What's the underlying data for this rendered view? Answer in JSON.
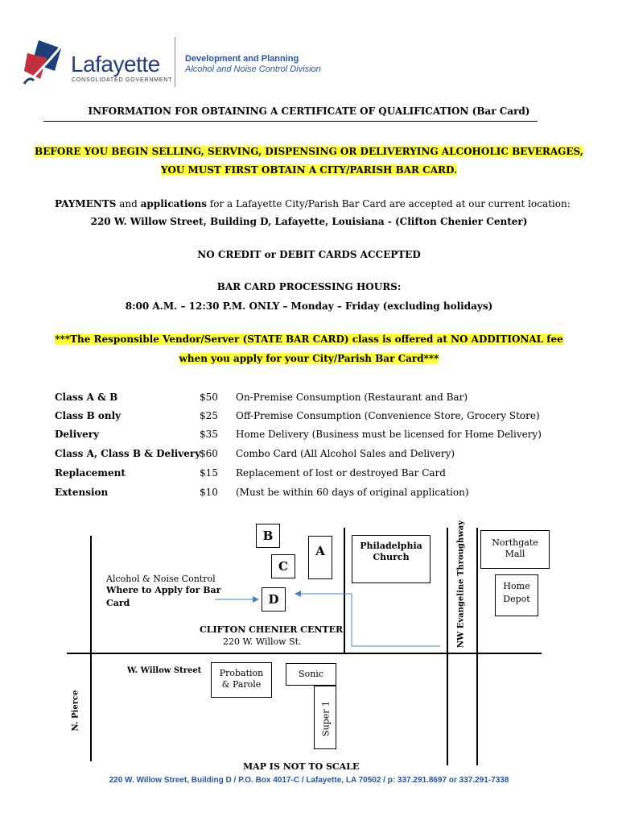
{
  "header": {
    "brand_name": "Lafayette",
    "brand_sub": "CONSOLIDATED GOVERNMENT",
    "department": "Development and Planning",
    "division": "Alcohol and Noise Control Division"
  },
  "title": "INFORMATION FOR OBTAINING A CERTIFICATE OF QUALIFICATION (Bar Card)",
  "warning": {
    "line1": "BEFORE YOU BEGIN SELLING, SERVING, DISPENSING OR DELIVERYING ALCOHOLIC BEVERAGES,",
    "line2": "YOU MUST FIRST OBTAIN A CITY/PARISH BAR CARD."
  },
  "payments": {
    "lead_bold_1": "PAYMENTS",
    "text_1": " and ",
    "lead_bold_2": "applications",
    "text_2": " for a Lafayette City/Parish Bar Card are accepted at our current location:",
    "address": "220 W. Willow Street, Building D, Lafayette, Louisiana - (Clifton Chenier Center)"
  },
  "no_credit": "NO CREDIT or DEBIT CARDS ACCEPTED",
  "hours": {
    "title": "BAR CARD PROCESSING HOURS:",
    "value": "8:00 A.M. – 12:30 P.M. ONLY – Monday – Friday  (excluding holidays)"
  },
  "responsible": {
    "line1": "***The Responsible Vendor/Server (STATE BAR CARD) class is offered at NO ADDITIONAL fee",
    "line2": "when you apply for your City/Parish Bar Card***"
  },
  "fees": [
    {
      "class": "Class A & B",
      "price": "$50",
      "desc": "On-Premise Consumption (Restaurant and Bar)"
    },
    {
      "class": "Class B only",
      "price": "$25",
      "desc": "Off-Premise Consumption (Convenience Store, Grocery Store)"
    },
    {
      "class": "Delivery",
      "price": "$35",
      "desc": "Home Delivery (Business must be licensed for Home Delivery)"
    },
    {
      "class": "Class A, Class B & Delivery",
      "price": "$60",
      "desc": "Combo Card (All Alcohol Sales and Delivery)"
    },
    {
      "class": "Replacement",
      "price": "$15",
      "desc": "Replacement of lost or destroyed Bar Card"
    },
    {
      "class": "Extension",
      "price": "$10",
      "desc": "(Must be within 60 days of original application)"
    }
  ],
  "map": {
    "bldg_b": "B",
    "bldg_a": "A",
    "bldg_c": "C",
    "bldg_d": "D",
    "church_1": "Philadelphia",
    "church_2": "Church",
    "evangeline": "NW Evangeline Throughway",
    "northgate_1": "Northgate",
    "northgate_2": "Mall",
    "homedepot_1": "Home",
    "homedepot_2": "Depot",
    "anc_label": "Alcohol & Noise Control",
    "apply_1": "Where to Apply for Bar",
    "apply_2": "Card",
    "center_name": "CLIFTON CHENIER CENTER",
    "center_addr": "220 W. Willow St.",
    "willow_street": "W. Willow Street",
    "probation_1": "Probation",
    "probation_2": "& Parole",
    "sonic": "Sonic",
    "super1": "Super 1",
    "pierce": "N. Pierce",
    "not_to_scale": "MAP IS NOT TO SCALE"
  },
  "footer": "220 W. Willow Street, Building D  /  P.O. Box 4017-C  /  Lafayette, LA  70502  /  p: 337.291.8697 or 337.291-7338",
  "colors": {
    "brand_blue": "#1f3f7a",
    "brand_red": "#c2303c",
    "link_blue": "#2456a6",
    "highlight": "#ffff3b"
  }
}
